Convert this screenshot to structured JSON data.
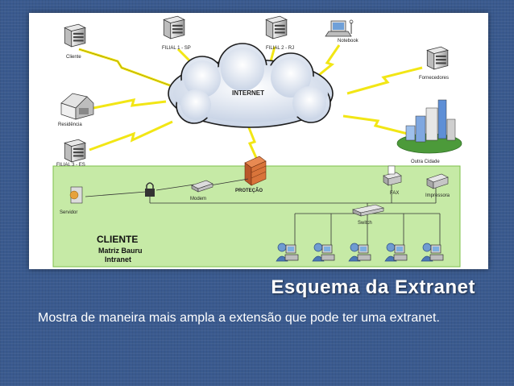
{
  "slide": {
    "title": "Esquema da Extranet",
    "body": "Mostra de maneira mais ampla a extensão que pode ter uma extranet."
  },
  "diagram": {
    "internet": "INTERNET",
    "firewall": "PROTEÇÃO",
    "nodes": {
      "cliente": "Cliente",
      "filial1": "FILIAL 1 - SP",
      "filial2": "FILIAL 2 - RJ",
      "notebook": "Notebook",
      "fornecedores": "Fornecedores",
      "residencia": "Residência",
      "outra_cidade": "Outra Cidade",
      "filial3": "FILIAL 3 - ES",
      "servidor": "Servidor",
      "modem": "Modem",
      "fax": "FAX",
      "impressora": "Impressora",
      "switch": "Switch"
    },
    "client_box": {
      "title": "CLIENTE",
      "line1": "Matriz Bauru",
      "line2": "Intranet"
    }
  },
  "colors": {
    "background": "#3a5a8e",
    "intranet_area": "#c6eaa6",
    "intranet_border": "#7dc04a",
    "lightning": "#f2e615",
    "firewall": "#d9743a"
  }
}
